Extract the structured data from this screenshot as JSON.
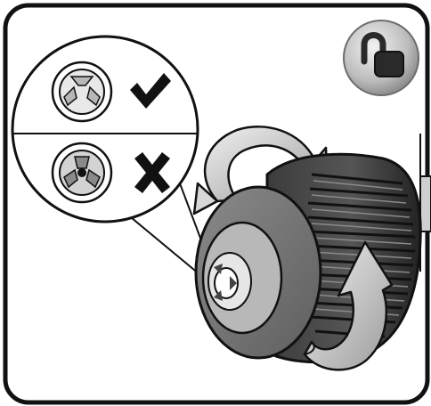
{
  "figure": {
    "panels": [
      {
        "name": "correct-state",
        "status": "check"
      },
      {
        "name": "incorrect-state",
        "status": "cross"
      }
    ],
    "icons": {
      "lock": "unlocked-padlock-icon",
      "check": "checkmark-icon",
      "cross": "cross-icon",
      "rotation": "rotation-arrows-icon"
    },
    "colors": {
      "stroke": "#111111",
      "dark_gray": "#2e2e2e",
      "mid_gray": "#7a7a7a",
      "light_gray": "#d3d3d3",
      "paper": "#ffffff"
    }
  }
}
